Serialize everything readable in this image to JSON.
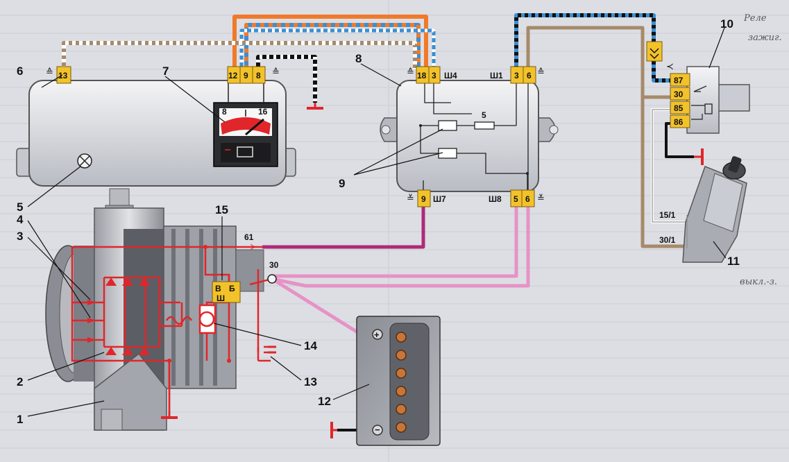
{
  "callouts": [
    "1",
    "2",
    "3",
    "4",
    "5",
    "6",
    "7",
    "8",
    "9",
    "10",
    "11",
    "12",
    "13",
    "14",
    "15"
  ],
  "connectors": {
    "c13": "13",
    "c12": "12",
    "c9a": "9",
    "c8a": "8",
    "c18": "18",
    "c3a": "3",
    "c3b": "3",
    "c6a": "6",
    "c9b": "9",
    "c5": "5",
    "c6b": "6"
  },
  "plug_labels": {
    "sh4": "Ш4",
    "sh1": "Ш1",
    "sh7": "Ш7",
    "sh8": "Ш8"
  },
  "gauge_labels": {
    "g8": "8",
    "g16": "16"
  },
  "regulator": {
    "resistor": "5"
  },
  "relay_pins": [
    "87",
    "30",
    "85",
    "86"
  ],
  "switch_labels": {
    "t15": "15/1",
    "t30": "30/1"
  },
  "generator": {
    "t61": "61",
    "t30": "30",
    "brush_b": "В",
    "brush_b2": "Б",
    "brush_sh": "Ш"
  },
  "handwriting": {
    "h1": "Реле",
    "h2": "зажиг.",
    "h3": "выкл.-з."
  },
  "colors": {
    "red": "#e0262a",
    "orange": "#f07a2a",
    "blue": "#3b8fd4",
    "pink": "#e792c6",
    "magenta": "#b02a78",
    "tan": "#a68a6a",
    "yellow": "#f2c22a"
  }
}
